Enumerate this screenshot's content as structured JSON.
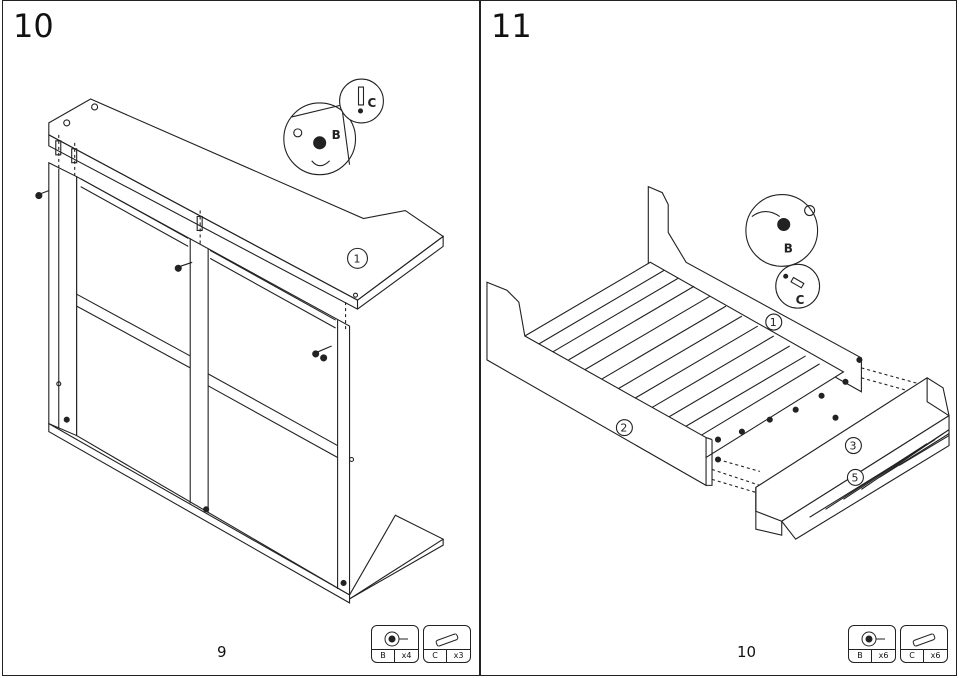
{
  "pages": [
    {
      "step": "10",
      "page_number": "9",
      "callouts": {
        "panel_1": "1",
        "fitting_b": "B",
        "dowel_c": "C"
      },
      "parts": [
        {
          "icon": "cam-lock-icon",
          "letter": "B",
          "qty": "x4"
        },
        {
          "icon": "dowel-icon",
          "letter": "C",
          "qty": "x3"
        }
      ]
    },
    {
      "step": "11",
      "page_number": "10",
      "callouts": {
        "panel_1": "1",
        "panel_2": "2",
        "panel_3": "3",
        "panel_5": "5",
        "fitting_b": "B",
        "dowel_c": "C"
      },
      "parts": [
        {
          "icon": "cam-lock-icon",
          "letter": "B",
          "qty": "x6"
        },
        {
          "icon": "dowel-icon",
          "letter": "C",
          "qty": "x6"
        }
      ]
    }
  ]
}
